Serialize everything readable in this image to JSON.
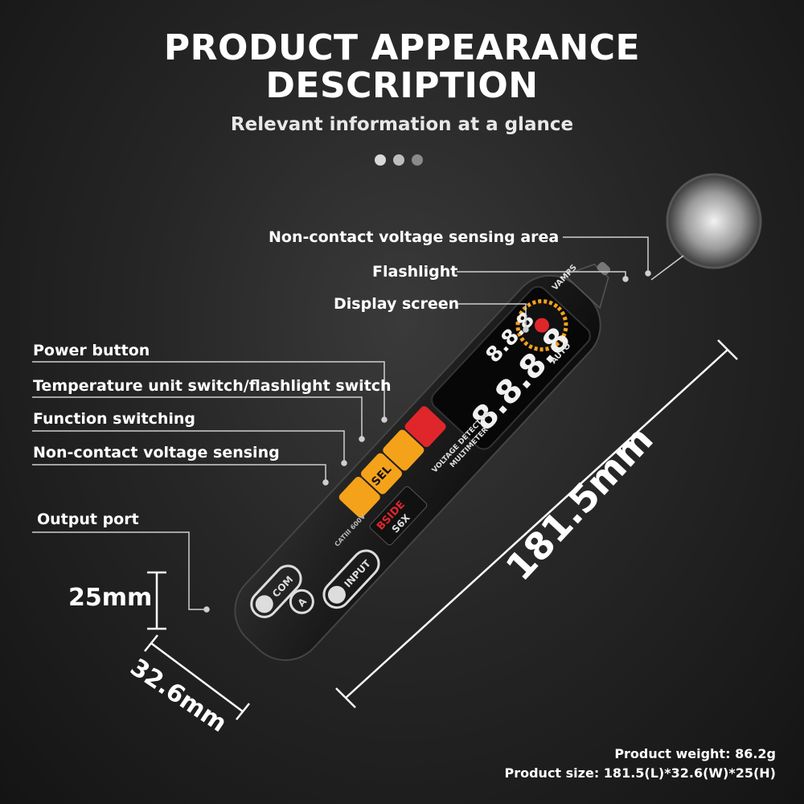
{
  "header": {
    "title_line1": "PRODUCT APPEARANCE",
    "title_line2": "DESCRIPTION",
    "subtitle": "Relevant information at a glance"
  },
  "carousel": {
    "dot_count": 3,
    "active_index": 0
  },
  "callouts": {
    "non_contact_area": "Non-contact voltage sensing area",
    "flashlight": "Flashlight",
    "display_screen": "Display screen",
    "power_button": "Power button",
    "temp_unit_switch": "Temperature unit switch/flashlight switch",
    "function_switching": "Function switching",
    "non_contact_sensing": "Non-contact voltage sensing",
    "output_port": "Output port"
  },
  "dimensions": {
    "length": "181.5mm",
    "height": "25mm",
    "width": "32.6mm"
  },
  "device": {
    "brand_logo_text": "VAMPS",
    "model_line1": "VOLTAGE DETECTOR",
    "model_line2": "MULTIMETER",
    "badge_line1": "BSIDE",
    "badge_line2": "S6X",
    "button_sel": "SEL",
    "port_com": "COM",
    "port_a": "A",
    "port_input": "INPUT",
    "rating": "CATIII 600V",
    "display_digits_main": "8.8.8.8",
    "display_digits_top": "8.8.8",
    "dial_auto": "AUTO",
    "accent_orange": "#f5a21b",
    "accent_red": "#e0262b"
  },
  "specs": {
    "weight_label": "Product weight:",
    "weight_value": "86.2g",
    "size_label": "Product size:",
    "size_value": "181.5(L)*32.6(W)*25(H)"
  }
}
